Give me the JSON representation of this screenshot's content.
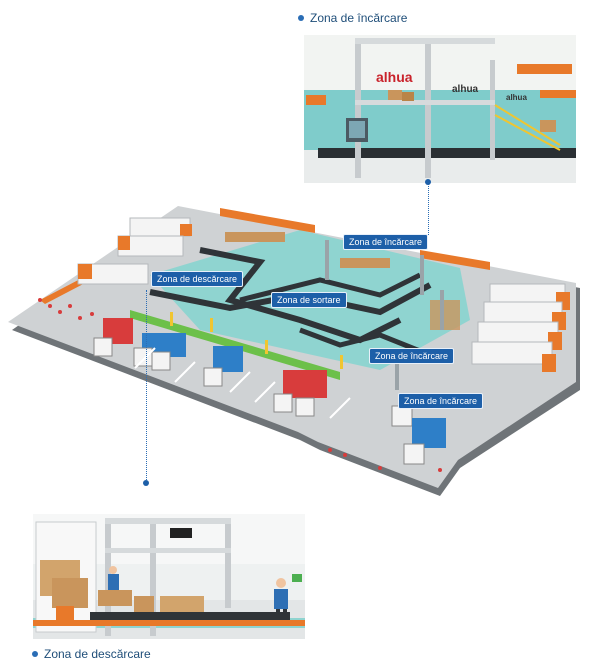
{
  "captions": {
    "top": "Zona de încărcare",
    "bottom": "Zona de descărcare"
  },
  "callouts": {
    "loading_1": "Zona de încărcare",
    "unloading": "Zona de descărcare",
    "sorting": "Zona de sortare",
    "loading_2": "Zona de încărcare",
    "loading_3": "Zona de încărcare"
  },
  "logos": [
    "alhua",
    "alhua",
    "alhua"
  ],
  "colors": {
    "accent": "#1d5fa8",
    "floor": "#cfd2d4",
    "water": "#8fd4d0",
    "orange": "#e8792a",
    "truck_red": "#d83c3c",
    "truck_blue": "#2e7fc8"
  }
}
